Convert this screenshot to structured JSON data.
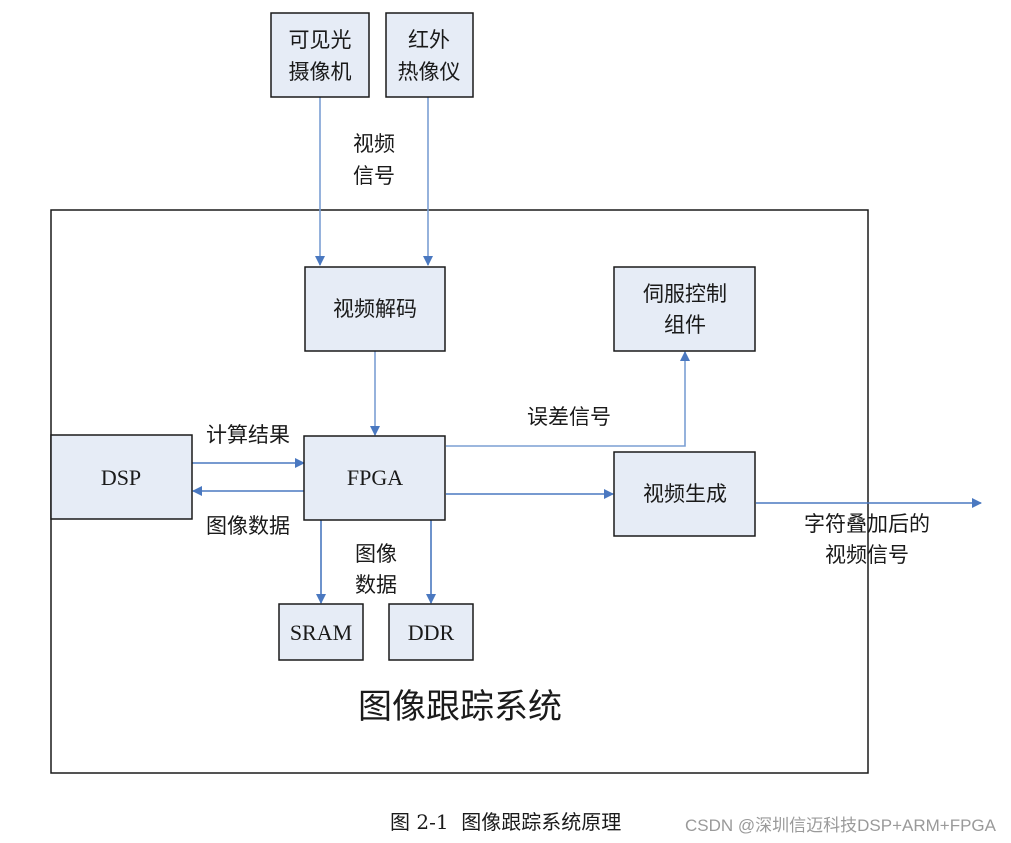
{
  "diagram": {
    "system_title": "图像跟踪系统",
    "caption": "图 2-1  图像跟踪系统原理",
    "watermark": "CSDN @深圳信迈科技DSP+ARM+FPGA",
    "nodes": {
      "visible_camera": [
        "可见光",
        "摄像机"
      ],
      "ir_imager": [
        "红外",
        "热像仪"
      ],
      "video_decode": "视频解码",
      "servo_control": [
        "伺服控制",
        "组件"
      ],
      "dsp": "DSP",
      "fpga": "FPGA",
      "video_gen": "视频生成",
      "sram": "SRAM",
      "ddr": "DDR"
    },
    "edge_labels": {
      "video_signal": [
        "视频",
        "信号"
      ],
      "calc_result": "计算结果",
      "image_data_dsp": "图像数据",
      "error_signal": "误差信号",
      "image_data_mem": [
        "图像",
        "数据"
      ],
      "output_video": [
        "字符叠加后的",
        "视频信号"
      ]
    },
    "edges": [
      {
        "from": "visible_camera",
        "to": "video_decode",
        "label": "video_signal"
      },
      {
        "from": "ir_imager",
        "to": "video_decode",
        "label": "video_signal"
      },
      {
        "from": "video_decode",
        "to": "fpga"
      },
      {
        "from": "dsp",
        "to": "fpga",
        "label": "calc_result"
      },
      {
        "from": "fpga",
        "to": "dsp",
        "label": "image_data_dsp"
      },
      {
        "from": "fpga",
        "to": "servo_control",
        "label": "error_signal"
      },
      {
        "from": "fpga",
        "to": "video_gen"
      },
      {
        "from": "fpga",
        "to": "sram",
        "label": "image_data_mem"
      },
      {
        "from": "fpga",
        "to": "ddr",
        "label": "image_data_mem"
      },
      {
        "from": "video_gen",
        "to": "output",
        "label": "output_video"
      }
    ],
    "colors": {
      "box_fill": "#e6ecf6",
      "arrow": "#4a78c0",
      "border": "#1a1a1a"
    }
  }
}
